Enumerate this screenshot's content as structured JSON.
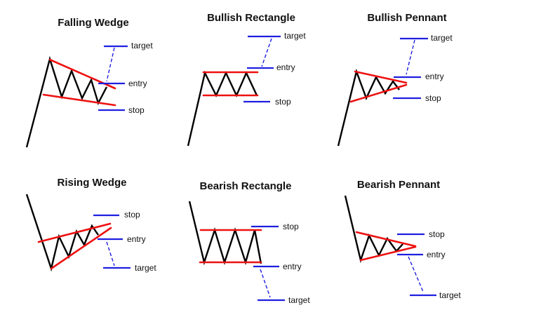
{
  "colors": {
    "price_line": "#000000",
    "trend_lines": "#ee1111",
    "levels": "#1f1fe0",
    "background": "#ffffff"
  },
  "patterns": [
    {
      "id": "falling-wedge",
      "title": "Falling Wedge",
      "labels": {
        "target": "target",
        "entry": "entry",
        "stop": "stop"
      }
    },
    {
      "id": "bullish-rectangle",
      "title": "Bullish Rectangle",
      "labels": {
        "target": "target",
        "entry": "entry",
        "stop": "stop"
      }
    },
    {
      "id": "bullish-pennant",
      "title": "Bullish Pennant",
      "labels": {
        "target": "target",
        "entry": "entry",
        "stop": "stop"
      }
    },
    {
      "id": "rising-wedge",
      "title": "Rising Wedge",
      "labels": {
        "stop": "stop",
        "entry": "entry",
        "target": "target"
      }
    },
    {
      "id": "bearish-rectangle",
      "title": "Bearish Rectangle",
      "labels": {
        "stop": "stop",
        "entry": "entry",
        "target": "target"
      }
    },
    {
      "id": "bearish-pennant",
      "title": "Bearish Pennant",
      "labels": {
        "stop": "stop",
        "entry": "entry",
        "target": "target"
      }
    }
  ]
}
